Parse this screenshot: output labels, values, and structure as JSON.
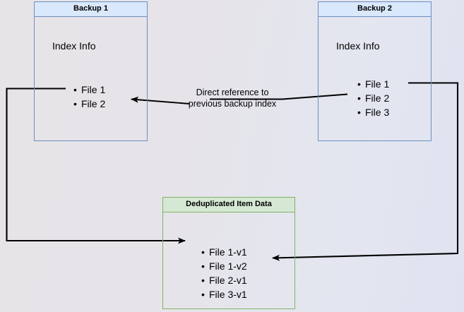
{
  "diagram": {
    "title_caption": {
      "line1": "Direct reference to",
      "line2": "previous backup index"
    },
    "boxes": [
      {
        "id": "backup-1",
        "header": "Backup 1",
        "section_label": "Index Info",
        "items": [
          "File 1",
          "File 2"
        ],
        "border_color": "#6c8ebf",
        "header_fill": "#dae8fc"
      },
      {
        "id": "backup-2",
        "header": "Backup 2",
        "section_label": "Index Info",
        "items": [
          "File 1",
          "File 2",
          "File 3"
        ],
        "border_color": "#6c8ebf",
        "header_fill": "#dae8fc"
      },
      {
        "id": "deduplicated-item-data",
        "header": "Deduplicated Item Data",
        "section_label": "",
        "items": [
          "File 1-v1",
          "File 1-v2",
          "File 2-v1",
          "File 3-v1"
        ],
        "border_color": "#82b366",
        "header_fill": "#d5e8d4"
      }
    ],
    "connectors": [
      {
        "id": "backup2-index-to-backup1-index",
        "label": "Direct reference to previous backup index",
        "from": "Backup 2 File 2",
        "to": "Backup 1 File 2",
        "color": "#000000"
      },
      {
        "id": "backup1-file1-to-dedup-file1v1",
        "from": "Backup 1 File 1",
        "to": "Deduplicated Item Data File 1-v1",
        "color": "#000000"
      },
      {
        "id": "backup2-file1-to-dedup-file1v2",
        "from": "Backup 2 File 1",
        "to": "Deduplicated Item Data File 1-v2",
        "color": "#000000"
      }
    ],
    "background": {
      "gradient_start": "#e7e4e7",
      "gradient_end": "#dfe3f0"
    }
  }
}
